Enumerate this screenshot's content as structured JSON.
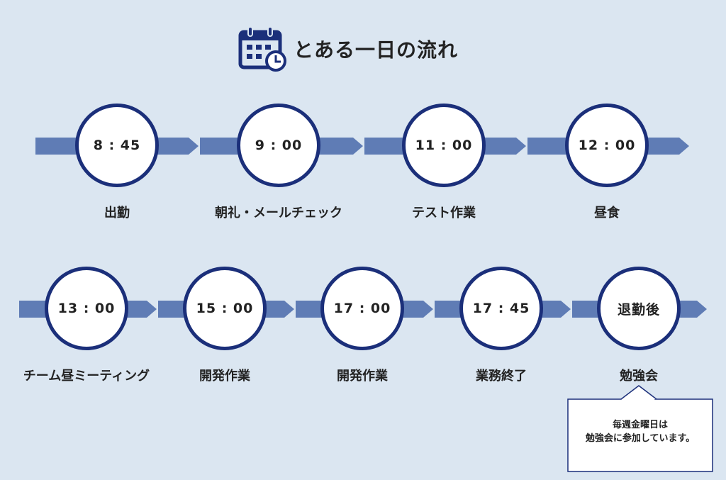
{
  "title": "とある一日の流れ",
  "colors": {
    "accent": "#1b2f7a",
    "arrow": "#5f7cb5",
    "background": "#dbe6f1"
  },
  "icon": "calendar-clock-icon",
  "steps": [
    {
      "time": "8 : 45",
      "label": "出勤"
    },
    {
      "time": "9 : 00",
      "label": "朝礼・メールチェック"
    },
    {
      "time": "11 : 00",
      "label": "テスト作業"
    },
    {
      "time": "12 : 00",
      "label": "昼食"
    },
    {
      "time": "13 : 00",
      "label": "チーム昼ミーティング"
    },
    {
      "time": "15 : 00",
      "label": "開発作業"
    },
    {
      "time": "17 : 00",
      "label": "開発作業"
    },
    {
      "time": "17 : 45",
      "label": "業務終了"
    },
    {
      "time": "退勤後",
      "label": "勉強会"
    }
  ],
  "note": {
    "line1": "毎週金曜日は",
    "line2": "勉強会に参加しています。"
  }
}
